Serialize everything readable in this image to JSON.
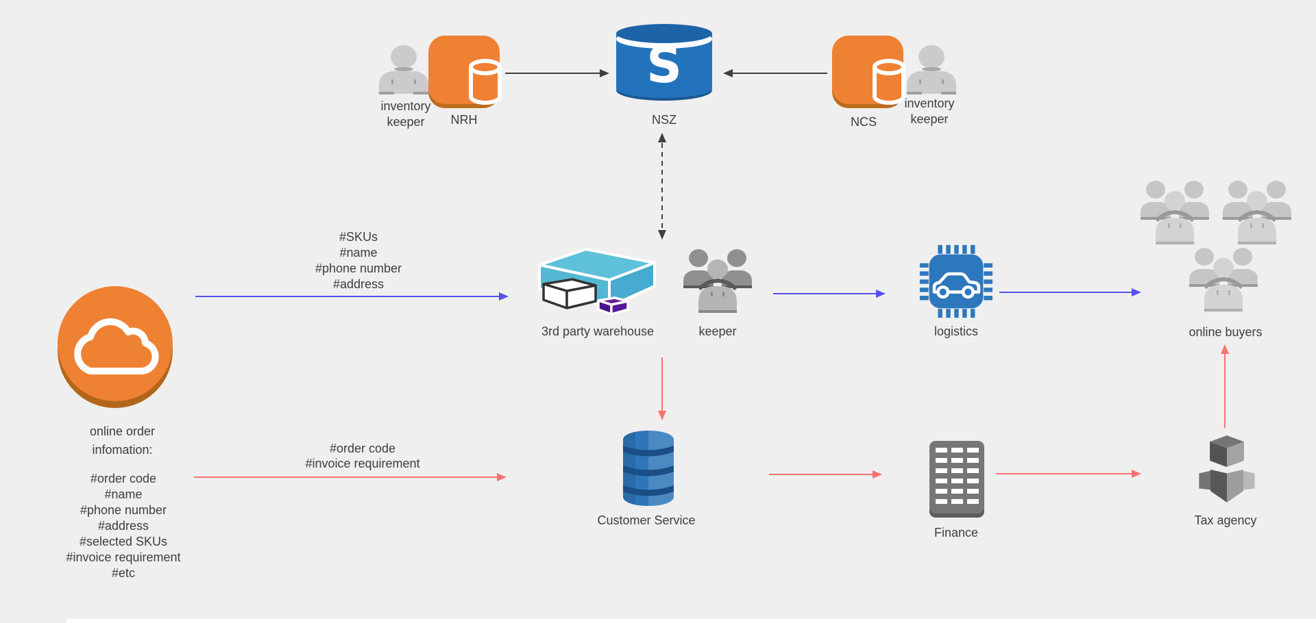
{
  "diagram": {
    "background": "#efefef",
    "colors": {
      "arrow_blue": "#5551f0",
      "arrow_red": "#f87171",
      "arrow_dark": "#3f3f3f",
      "brand_orange": "#ee8133",
      "db_blue": "#2273bb",
      "warehouse_cyan": "#5fc0da",
      "box_purple": "#56189c",
      "person_gray": "#c9c9c9",
      "finance_gray": "#767676"
    },
    "nodes": {
      "inventory_keeper": {
        "label": "inventory\nkeeper"
      },
      "nrh": {
        "label": "NRH"
      },
      "nsz": {
        "label": "NSZ",
        "letter": "S"
      },
      "ncs": {
        "label": "NCS"
      },
      "warehouse": {
        "label": "3rd party warehouse"
      },
      "keeper": {
        "label": "keeper"
      },
      "logistics": {
        "label": "logistics"
      },
      "online_buyers": {
        "label": "online buyers"
      },
      "online_order": {
        "label": "online order\ninfomation:",
        "fields": "#order code\n#name\n#phone number\n#address\n#selected SKUs\n#invoice requirement\n#etc"
      },
      "customer_service": {
        "label": "Customer Service"
      },
      "finance": {
        "label": "Finance"
      },
      "tax_agency": {
        "label": "Tax agency"
      }
    },
    "edge_labels": {
      "warehouse_flow": "#SKUs\n#name\n#phone number\n#address",
      "customer_service_flow": "#order code\n#invoice requirement"
    }
  }
}
